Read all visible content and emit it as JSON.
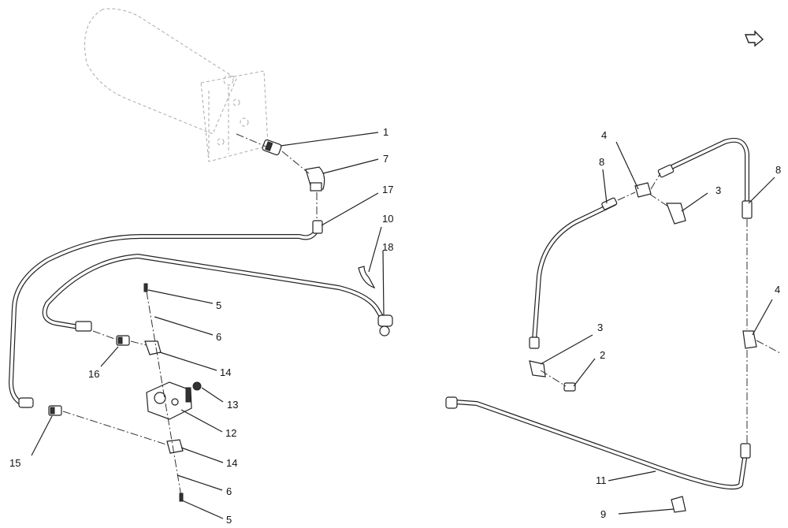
{
  "callouts": {
    "c1": "1",
    "c7": "7",
    "c17": "17",
    "c10": "10",
    "c18": "18",
    "c5a": "5",
    "c6a": "6",
    "c14a": "14",
    "c16": "16",
    "c13": "13",
    "c12": "12",
    "c15": "15",
    "c14b": "14",
    "c6b": "6",
    "c5b": "5",
    "c4a": "4",
    "c8a": "8",
    "c3a": "3",
    "c8b": "8",
    "c4b": "4",
    "c3b": "3",
    "c2": "2",
    "c11": "11",
    "c9": "9"
  },
  "icons": {
    "orientation": "front-direction-arrow-icon"
  }
}
